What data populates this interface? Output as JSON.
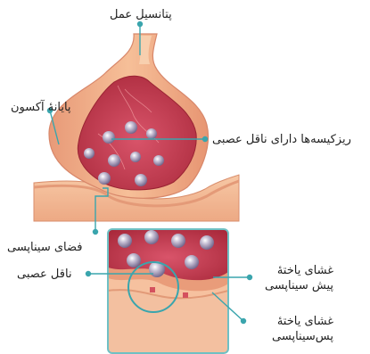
{
  "labels": {
    "action_potential": "پتانسیل عمل",
    "axon_terminal": "پایانهٔ آکسون",
    "vesicles": "ریزکیسه‌ها دارای ناقل عصبی",
    "synaptic_space": "فضای سیناپسی",
    "neurotransmitter": "ناقل عصبی",
    "presynaptic_membrane_1": "غشای یاختهٔ",
    "presynaptic_membrane_2": "پیش سیناپسی",
    "postsynaptic_membrane_1": "غشای یاختهٔ",
    "postsynaptic_membrane_2": "پس‌سیناپسی"
  },
  "colors": {
    "cell_fill": "#f2b48c",
    "cell_light": "#f7c9a6",
    "cytoplasm": "#c9394a",
    "post_fill": "#f4c6a6",
    "inset_border": "#6fc0c4",
    "leader": "#3aa5ad"
  }
}
